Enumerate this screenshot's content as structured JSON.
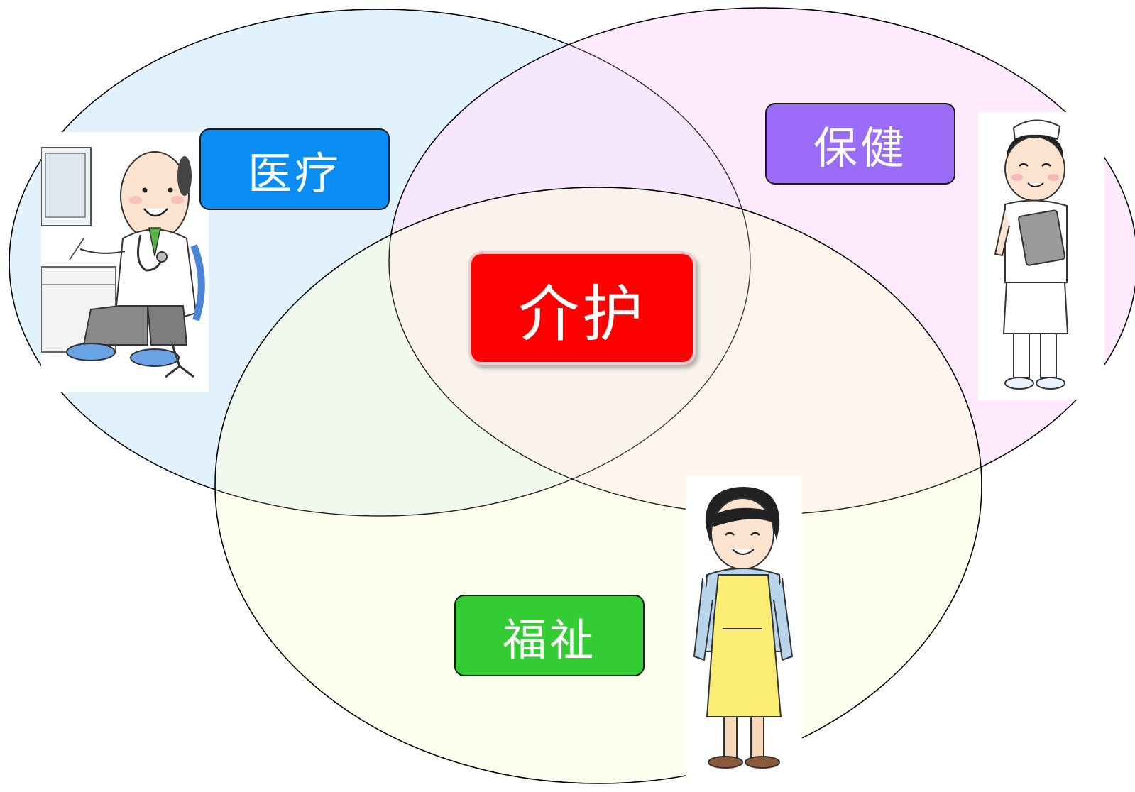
{
  "labels": {
    "medical": "医疗",
    "health": "保健",
    "welfare": "福祉",
    "care": "介护"
  },
  "colors": {
    "medical_fill": "#0a8ef4",
    "health_fill": "#9b6cf7",
    "welfare_fill": "#33cc33",
    "care_fill": "#ff0000",
    "circle_medical": "#dff1fd",
    "circle_health": "#fde3fb",
    "circle_welfare": "#fdfde0"
  },
  "illustrations": {
    "doctor": "doctor-illustration",
    "nurse": "nurse-illustration",
    "welfare_worker": "caregiver-in-apron-illustration"
  }
}
